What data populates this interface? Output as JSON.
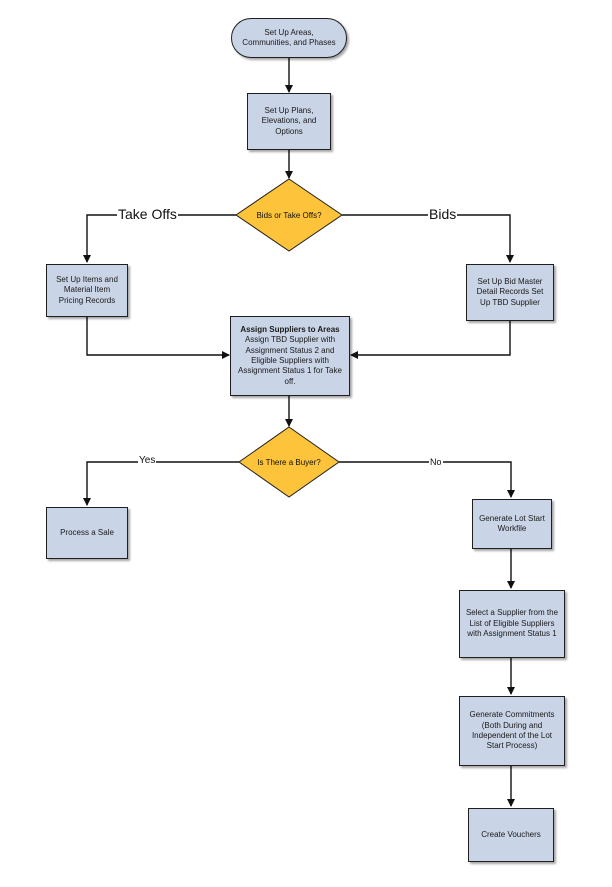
{
  "nodes": {
    "start": "Set Up Areas, Communities, and Phases",
    "plans": "Set Up Plans, Elevations, and Options",
    "decision1": "Bids or Take Offs?",
    "items": "Set Up Items and Material Item Pricing Records",
    "bidmaster": "Set Up Bid Master Detail Records Set Up TBD Supplier",
    "assign_title": "Assign Suppliers to Areas",
    "assign_body": "Assign TBD Supplier with Assignment Status 2 and Eligible Suppliers with Assignment Status 1 for Take off.",
    "decision2": "Is There a Buyer?",
    "sale": "Process a Sale",
    "lotstart": "Generate Lot Start Workfile",
    "select": "Select a Supplier from the List of Eligible Suppliers with Assignment Status 1",
    "commit": "Generate Commitments (Both During and Independent of the Lot Start Process)",
    "vouchers": "Create Vouchers"
  },
  "edge_labels": {
    "takeoffs": "Take Offs",
    "bids": "Bids",
    "yes": "Yes",
    "no": "No"
  },
  "colors": {
    "process_fill": "#c9d4e6",
    "decision_fill": "#fcc33b",
    "stroke": "#1f1f1f"
  }
}
